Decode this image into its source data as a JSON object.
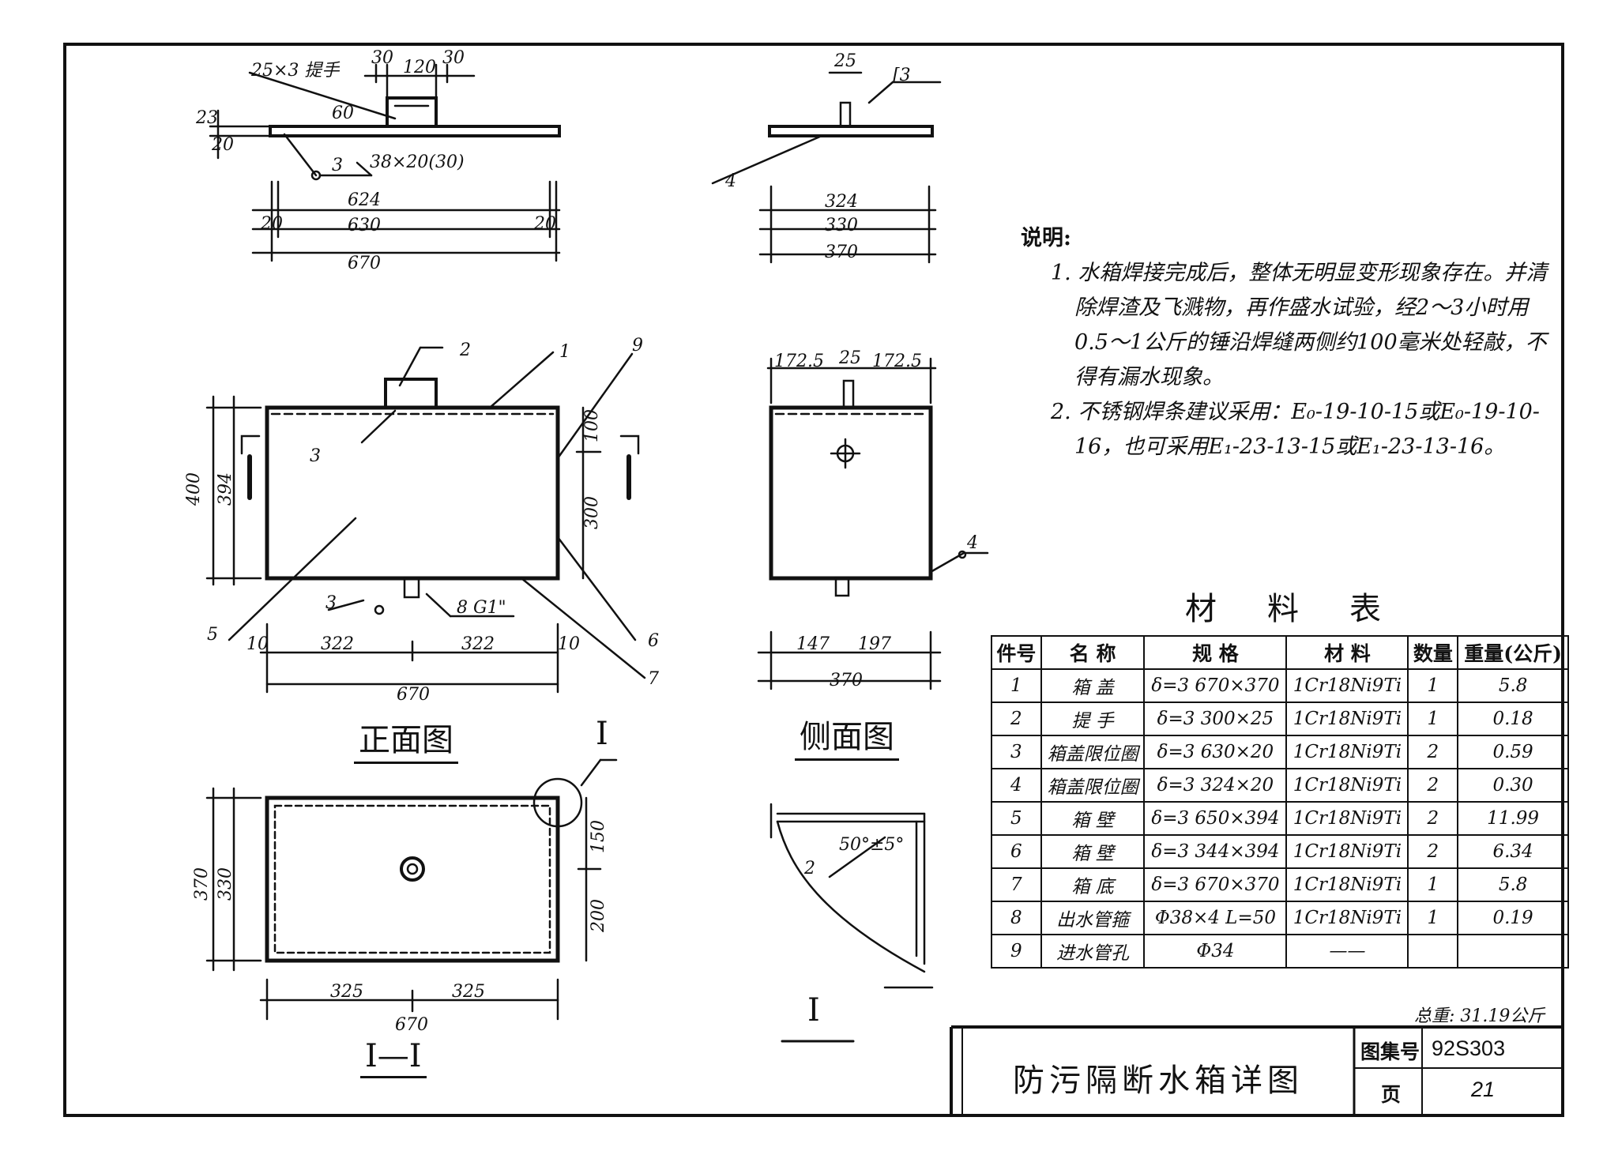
{
  "drawing": {
    "views": {
      "front": "正面图",
      "side": "侧面图",
      "section": "I—I",
      "detail": "I"
    },
    "dims": {
      "handle_callout": "25×3 提手",
      "d30a": "30",
      "d120": "120",
      "d30b": "30",
      "d23": "23",
      "d20": "20",
      "d3": "3",
      "d60": "60",
      "flange_spec": "38×20(30)",
      "d624": "624",
      "d630": "630",
      "d670": "670",
      "d25": "25",
      "weld3": "[3",
      "d324": "324",
      "d330": "330",
      "d370": "370",
      "d172_5": "172.5",
      "d400": "400",
      "d394": "394",
      "d100": "100",
      "d300": "300",
      "d322": "322",
      "d10": "10",
      "d147": "147",
      "d197": "197",
      "pipe": "8 G1\"",
      "d150": "150",
      "d200": "200",
      "d325": "325",
      "angle": "50°±5°",
      "weld2": "2"
    },
    "balloons": [
      "1",
      "2",
      "3",
      "4",
      "5",
      "6",
      "7",
      "8",
      "9"
    ],
    "section_mark": "I"
  },
  "notes": {
    "title": "说明:",
    "items": [
      "1. 水箱焊接完成后，整体无明显变形现象存在。并清除焊渣及飞溅物，再作盛水试验，经2～3小时用0.5～1公斤的锤沿焊缝两侧约100毫米处轻敲，不得有漏水现象。",
      "2. 不锈钢焊条建议采用：E₀-19-10-15或E₀-19-10-16，也可采用E₁-23-13-15或E₁-23-13-16。"
    ]
  },
  "materials": {
    "title": "材料表",
    "headers": [
      "件号",
      "名 称",
      "规 格",
      "材 料",
      "数量",
      "重量(公斤)"
    ],
    "rows": [
      [
        "1",
        "箱 盖",
        "δ=3  670×370",
        "1Cr18Ni9Ti",
        "1",
        "5.8"
      ],
      [
        "2",
        "提 手",
        "δ=3  300×25",
        "1Cr18Ni9Ti",
        "1",
        "0.18"
      ],
      [
        "3",
        "箱盖限位圈",
        "δ=3  630×20",
        "1Cr18Ni9Ti",
        "2",
        "0.59"
      ],
      [
        "4",
        "箱盖限位圈",
        "δ=3  324×20",
        "1Cr18Ni9Ti",
        "2",
        "0.30"
      ],
      [
        "5",
        "箱 壁",
        "δ=3  650×394",
        "1Cr18Ni9Ti",
        "2",
        "11.99"
      ],
      [
        "6",
        "箱 壁",
        "δ=3  344×394",
        "1Cr18Ni9Ti",
        "2",
        "6.34"
      ],
      [
        "7",
        "箱 底",
        "δ=3  670×370",
        "1Cr18Ni9Ti",
        "1",
        "5.8"
      ],
      [
        "8",
        "出水管箍",
        "Φ38×4  L=50",
        "1Cr18Ni9Ti",
        "1",
        "0.19"
      ],
      [
        "9",
        "进水管孔",
        "Φ34",
        "——",
        "",
        ""
      ]
    ],
    "total": "总重: 31.19公斤"
  },
  "title_block": {
    "title": "防污隔断水箱详图",
    "atlas_label": "图集号",
    "atlas_no": "92S303",
    "page_label": "页",
    "page_no": "21"
  }
}
